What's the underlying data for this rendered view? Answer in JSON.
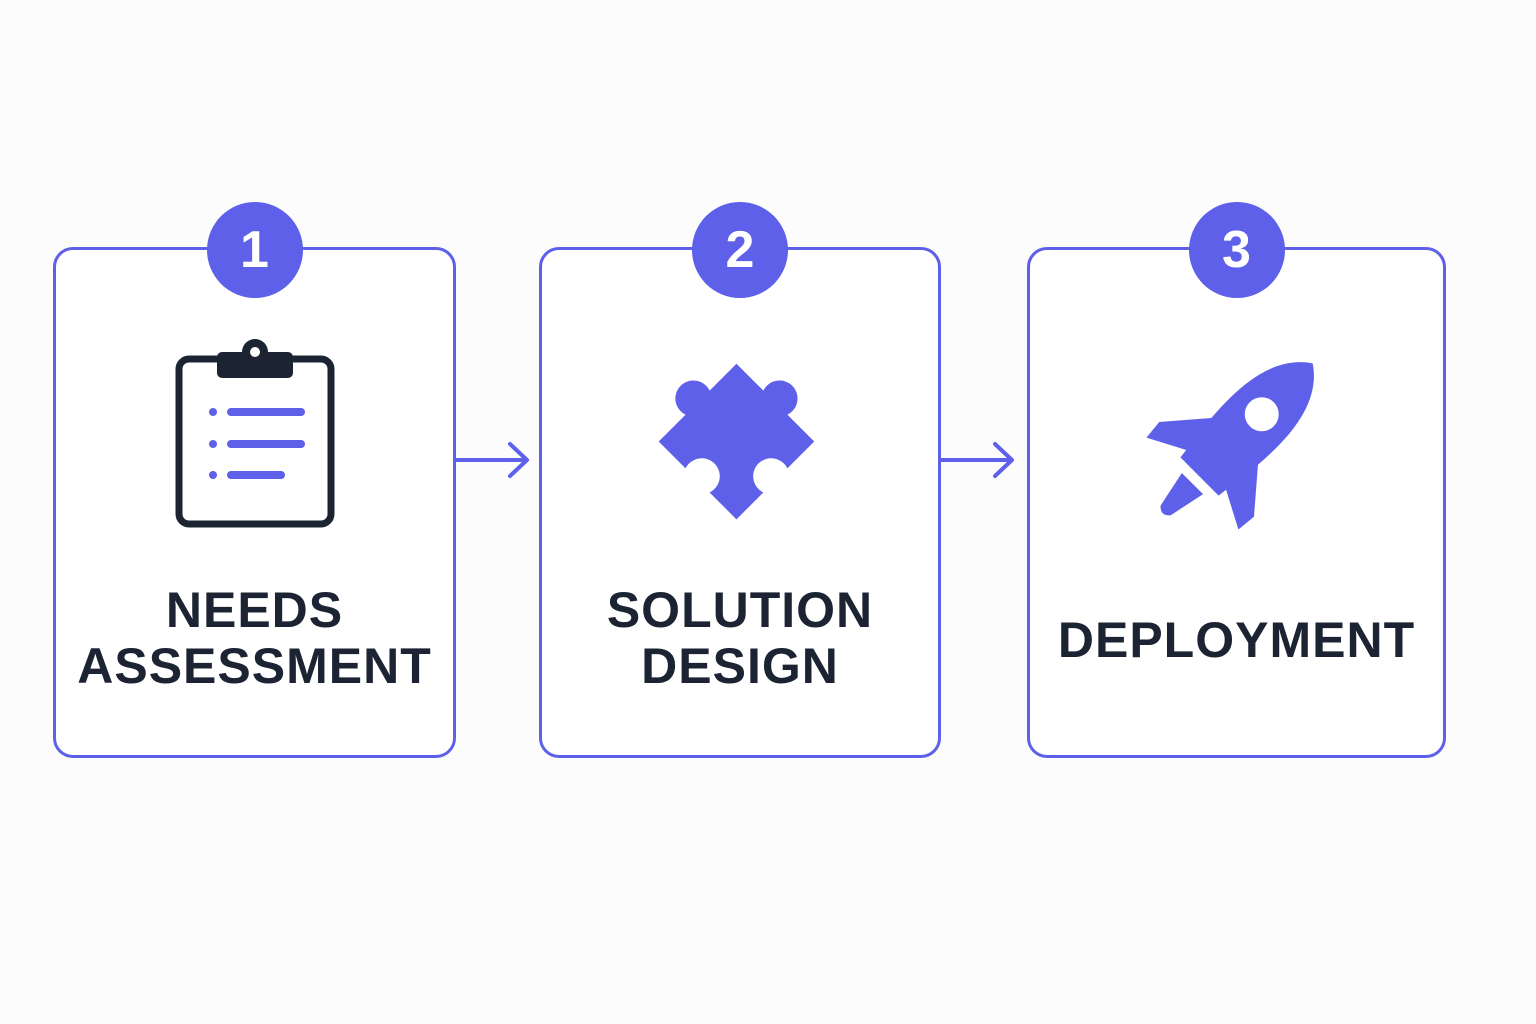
{
  "colors": {
    "accent": "#5e60ea",
    "text": "#1c2433",
    "background": "#fcfcfd"
  },
  "steps": [
    {
      "number": "1",
      "label_lines": [
        "NEEDS",
        "ASSESSMENT"
      ],
      "icon": "clipboard-icon"
    },
    {
      "number": "2",
      "label_lines": [
        "SOLUTION",
        "DESIGN"
      ],
      "icon": "puzzle-piece-icon"
    },
    {
      "number": "3",
      "label_lines": [
        "DEPLOYMENT"
      ],
      "icon": "rocket-icon"
    }
  ]
}
